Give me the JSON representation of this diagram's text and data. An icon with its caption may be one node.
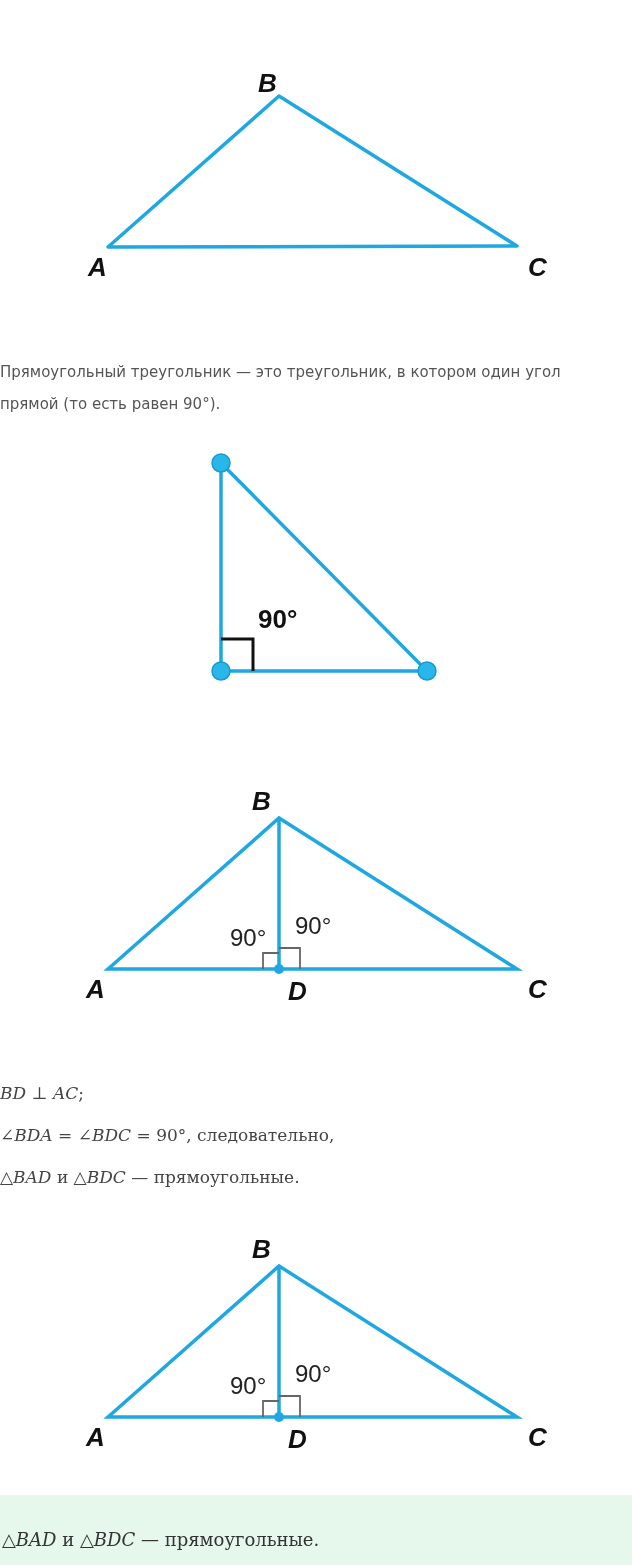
{
  "diagram": {
    "nodes": [
      {
        "text": [
          "△*BAD* и △*BDC* — прямоугольные."
        ]
      }
    ],
    "labels": [
      "B",
      "A",
      "C",
      "Прямоугольный треугольник — это треугольник, в котором один угол прямой (то есть равен 90°).",
      "90°",
      "B",
      "90°",
      "90°",
      "A",
      "D",
      "C",
      "*BD* ⊥ *AC*;",
      "∠*BDA* = ∠*BDC* = 90°, следовательно,",
      "△*BAD* и △*BDC* — прямоугольные.",
      "B",
      "90°",
      "90°",
      "A",
      "D",
      "C"
    ]
  }
}
